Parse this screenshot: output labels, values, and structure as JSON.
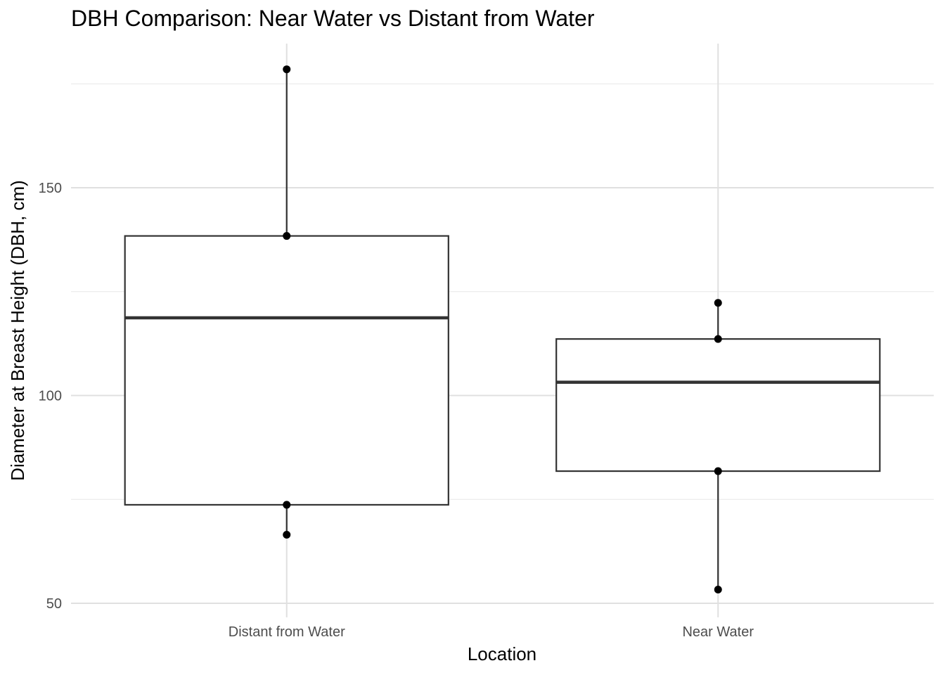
{
  "chart_data": {
    "type": "boxplot",
    "title": "DBH Comparison: Near Water vs Distant from Water",
    "xlabel": "Location",
    "ylabel": "Diameter at Breast Height (DBH, cm)",
    "categories": [
      "Distant from Water",
      "Near Water"
    ],
    "yticks": [
      50,
      100,
      150
    ],
    "ylim": [
      48,
      181
    ],
    "grid": true,
    "boxes": [
      {
        "category": "Distant from Water",
        "whisker_low": 66.5,
        "q1": 73.7,
        "median": 118.7,
        "q3": 138.4,
        "whisker_high": 178.5,
        "points": [
          178.5,
          138.4,
          73.7,
          66.5
        ]
      },
      {
        "category": "Near Water",
        "whisker_low": 53.3,
        "q1": 81.8,
        "median": 103.2,
        "q3": 113.6,
        "whisker_high": 122.3,
        "points": [
          122.3,
          113.6,
          81.8,
          53.3
        ]
      }
    ],
    "colors": {
      "box_stroke": "#333333",
      "point": "#000000",
      "grid_major": "#e0e0e0",
      "grid_minor": "#ebebeb"
    }
  }
}
